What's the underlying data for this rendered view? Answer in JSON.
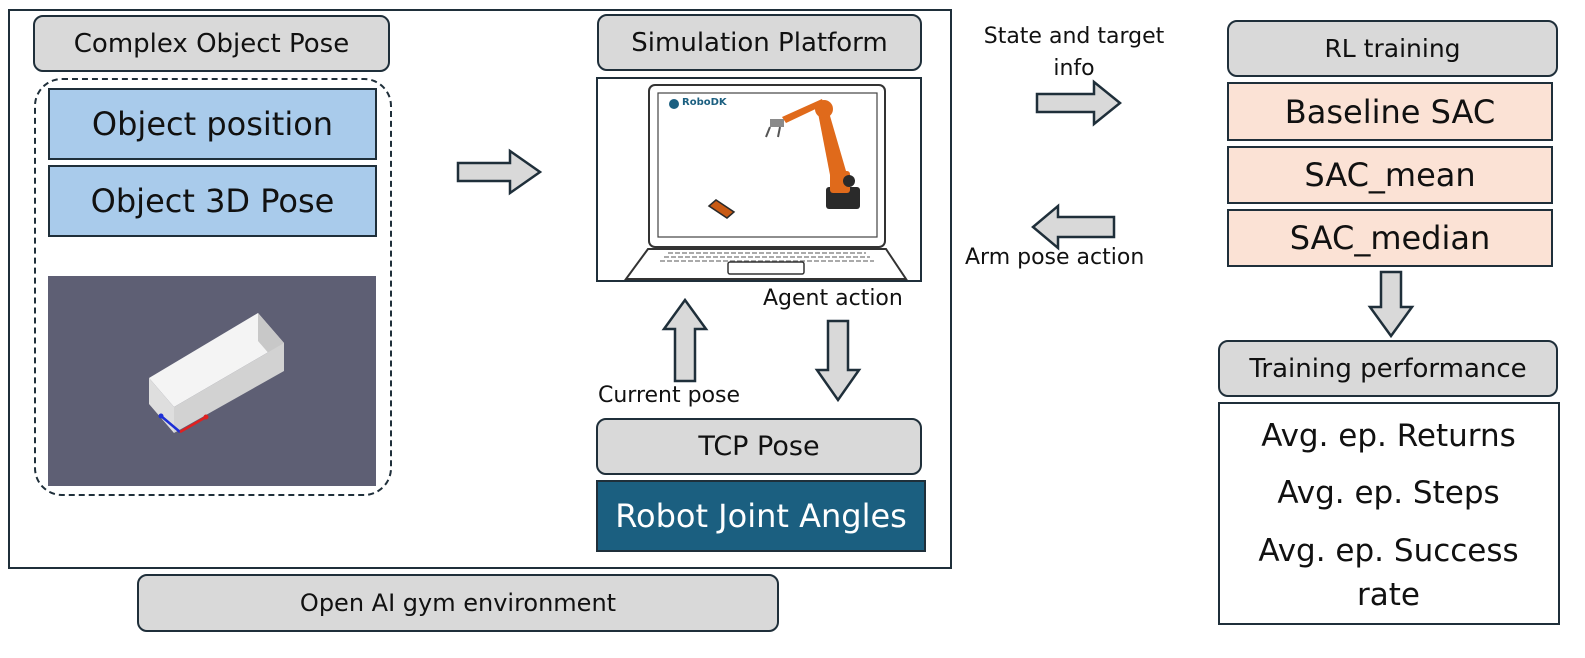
{
  "env": {
    "complex_object_pose": "Complex Object Pose",
    "object_position": "Object position",
    "object_3d_pose": "Object 3D Pose",
    "simulation_platform": "Simulation Platform",
    "robodk_logo": "RoboDK",
    "agent_action": "Agent action",
    "current_pose": "Current pose",
    "tcp_pose": "TCP Pose",
    "robot_joint_angles": "Robot Joint Angles",
    "gym_label": "Open AI gym environment"
  },
  "links": {
    "state_target_line1": "State and target",
    "state_target_line2": "info",
    "arm_pose_action": "Arm pose action"
  },
  "rl": {
    "title": "RL training",
    "methods": [
      "Baseline SAC",
      "SAC_mean",
      "SAC_median"
    ],
    "performance_title": "Training performance",
    "metrics": [
      "Avg. ep. Returns",
      "Avg. ep. Steps",
      "Avg. ep. Success rate"
    ]
  },
  "colors": {
    "dark": "#1f2f3a",
    "pill_gray": "#d9d9d9",
    "blue_box": "#a9cbeb",
    "salmon_box": "#fbe2d5",
    "teal_box": "#1b5f80",
    "render_bg": "#5e5f74",
    "robot_orange": "#e06a1b"
  }
}
